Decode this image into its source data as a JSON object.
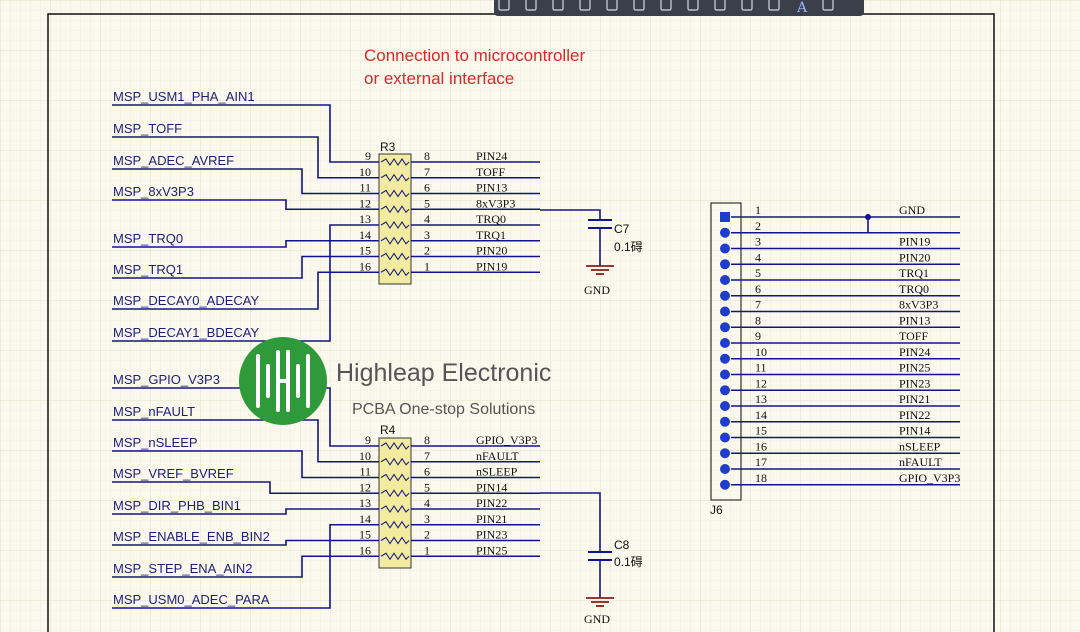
{
  "toolbar": {
    "icons": [
      "filter-icon",
      "plus-icon",
      "rectangle-icon",
      "document-icon",
      "bus-icon",
      "net-icon",
      "ground-icon",
      "port-icon",
      "component-icon",
      "sheet-icon",
      "power-icon",
      "text-icon",
      "arc-icon"
    ],
    "text_glyph": "A"
  },
  "annotation": {
    "line1": "Connection to microcontroller",
    "line2": "or external interface"
  },
  "watermark": {
    "name": "Highleap Electronic",
    "tagline": "PCBA One-stop Solutions"
  },
  "r3": {
    "ref": "R3",
    "left_pins": [
      "9",
      "10",
      "11",
      "12",
      "13",
      "14",
      "15",
      "16"
    ],
    "right_pins": [
      "8",
      "7",
      "6",
      "5",
      "4",
      "3",
      "2",
      "1"
    ],
    "right_nets": [
      "PIN24",
      "TOFF",
      "PIN13",
      "8xV3P3",
      "TRQ0",
      "TRQ1",
      "PIN20",
      "PIN19"
    ]
  },
  "r4": {
    "ref": "R4",
    "left_pins": [
      "9",
      "10",
      "11",
      "12",
      "13",
      "14",
      "15",
      "16"
    ],
    "right_pins": [
      "8",
      "7",
      "6",
      "5",
      "4",
      "3",
      "2",
      "1"
    ],
    "right_nets": [
      "GPIO_V3P3",
      "nFAULT",
      "nSLEEP",
      "PIN14",
      "PIN22",
      "PIN21",
      "PIN23",
      "PIN25"
    ]
  },
  "msp_labels_top": [
    "MSP_USM1_PHA_AIN1",
    "MSP_TOFF",
    "MSP_ADEC_AVREF",
    "MSP_8xV3P3",
    "MSP_TRQ0",
    "MSP_TRQ1",
    "MSP_DECAY0_ADECAY",
    "MSP_DECAY1_BDECAY"
  ],
  "msp_labels_bottom": [
    "MSP_GPIO_V3P3",
    "MSP_nFAULT",
    "MSP_nSLEEP",
    "MSP_VREF_BVREF",
    "MSP_DIR_PHB_BIN1",
    "MSP_ENABLE_ENB_BIN2",
    "MSP_STEP_ENA_AIN2",
    "MSP_USM0_ADEC_PARA"
  ],
  "c7": {
    "ref": "C7",
    "value": "0.1碍",
    "gnd": "GND"
  },
  "c8": {
    "ref": "C8",
    "value": "0.1碍",
    "gnd": "GND"
  },
  "j6": {
    "ref": "J6",
    "pins": [
      "1",
      "2",
      "3",
      "4",
      "5",
      "6",
      "7",
      "8",
      "9",
      "10",
      "11",
      "12",
      "13",
      "14",
      "15",
      "16",
      "17",
      "18"
    ],
    "nets": [
      "GND",
      "",
      "PIN19",
      "PIN20",
      "TRQ1",
      "TRQ0",
      "8xV3P3",
      "PIN13",
      "TOFF",
      "PIN24",
      "PIN25",
      "PIN23",
      "PIN21",
      "PIN22",
      "PIN14",
      "nSLEEP",
      "nFAULT",
      "GPIO_V3P3"
    ]
  },
  "colors": {
    "wire": "#12148a",
    "label": "#1a1f7a",
    "resistor": "#f3eca0",
    "resistor_coil": "#1a1f7a",
    "note": "#d62b2b",
    "connector_pad": "#1f3ccc",
    "logo_green": "#2e9a3a",
    "toolbar_bg": "#3b3f4a"
  }
}
